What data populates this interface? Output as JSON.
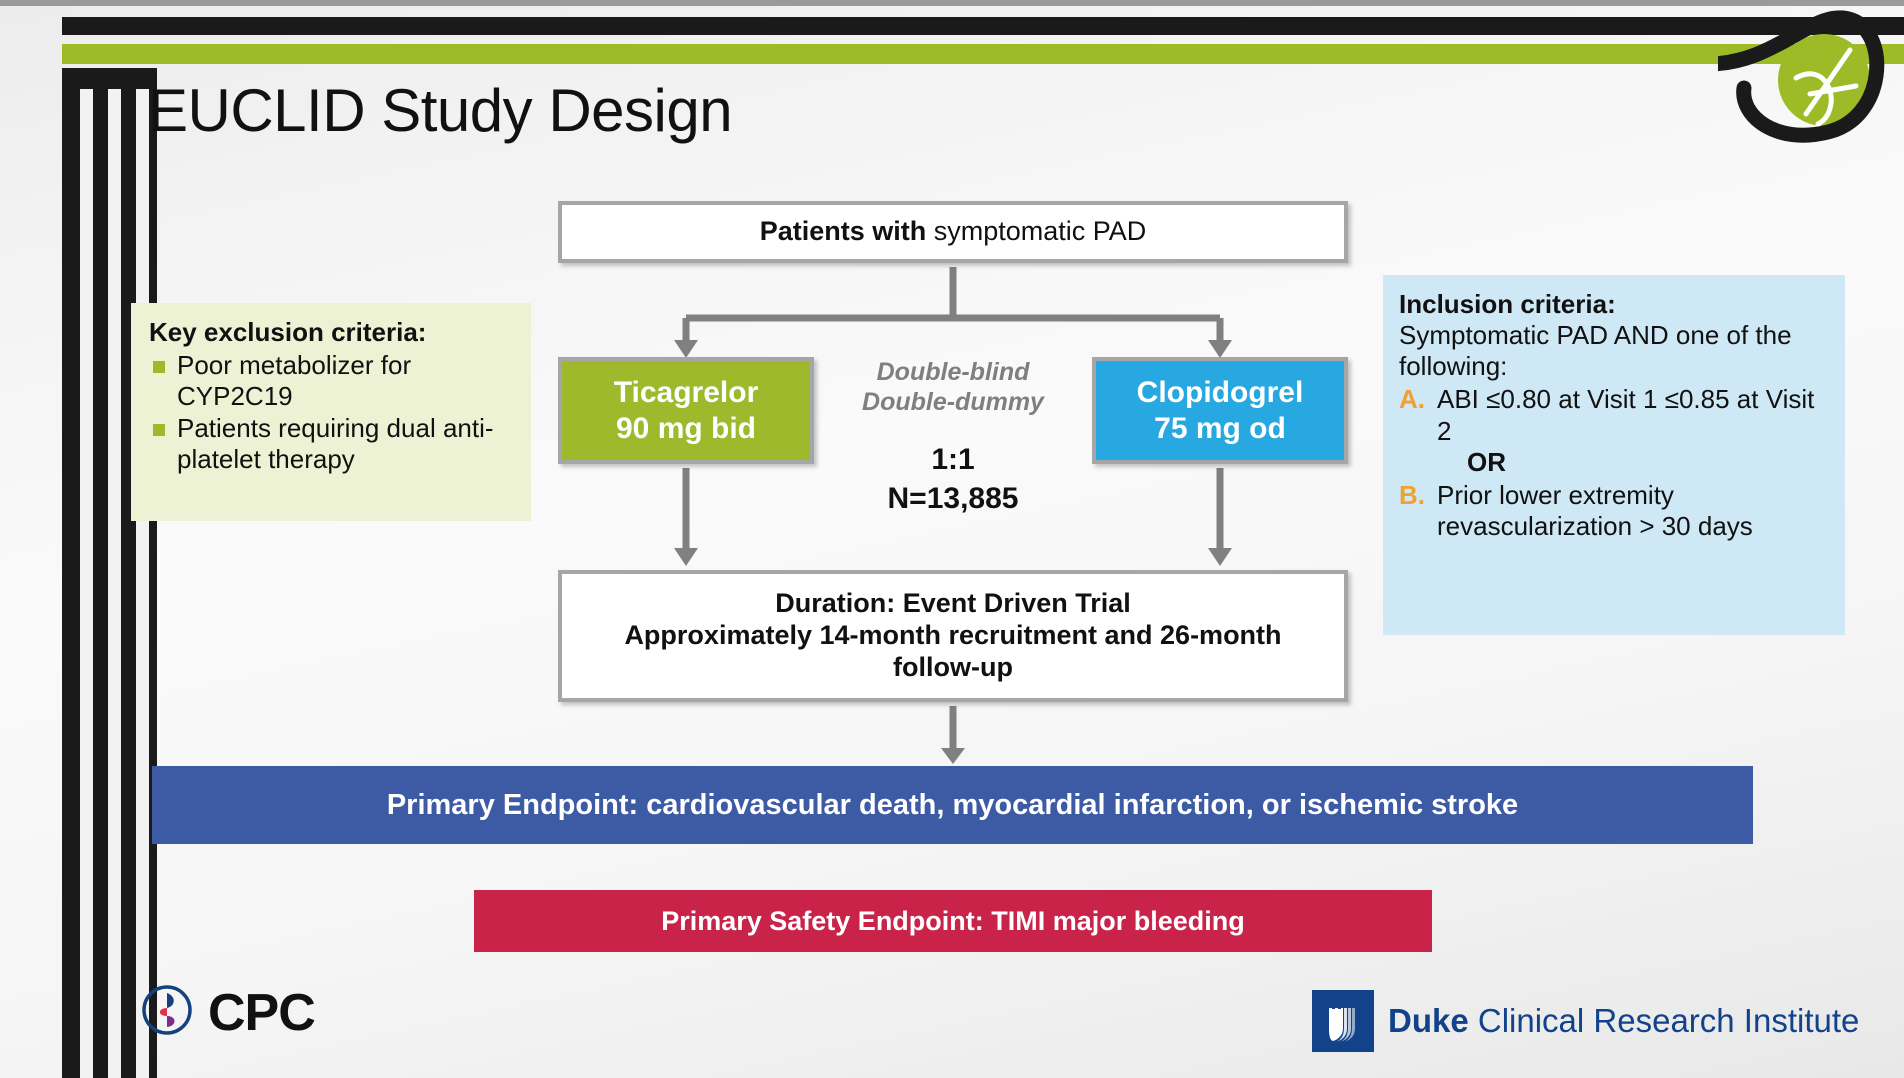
{
  "slide": {
    "title": "EUCLID Study Design"
  },
  "colors": {
    "accent_green": "#9dbb27",
    "arm_green": "#9fb92c",
    "arm_blue": "#28a8e0",
    "exclusion_panel": "#edf2d5",
    "inclusion_panel": "#cfe8f5",
    "primary_endpoint_bar": "#3c5ba4",
    "safety_endpoint_bar": "#c9234a",
    "letter_orange": "#f0a22e",
    "connector_gray": "#808080",
    "duke_blue": "#12438a"
  },
  "flow": {
    "population": {
      "lead": "Patients with",
      "rest": " symptomatic PAD"
    },
    "arm_left": {
      "drug": "Ticagrelor",
      "dose": "90 mg bid"
    },
    "arm_right": {
      "drug": "Clopidogrel",
      "dose": "75 mg od"
    },
    "randomization": {
      "blinding_line1": "Double-blind",
      "blinding_line2": "Double-dummy",
      "ratio": "1:1",
      "n": "N=13,885"
    },
    "duration": {
      "line1": "Duration: Event Driven Trial",
      "line2": "Approximately 14-month recruitment and 26-month follow-up"
    }
  },
  "exclusion": {
    "heading": "Key exclusion criteria:",
    "items": [
      "Poor metabolizer for CYP2C19",
      "Patients requiring dual anti-platelet therapy"
    ]
  },
  "inclusion": {
    "heading": "Inclusion criteria:",
    "subtitle": "Symptomatic PAD AND one of the following:",
    "items": [
      {
        "letter": "A.",
        "text": "ABI ≤0.80 at Visit 1 ≤0.85 at Visit 2"
      },
      {
        "letter": "B.",
        "text": "Prior lower extremity revascularization > 30 days"
      }
    ],
    "connector": "OR"
  },
  "endpoints": {
    "primary": "Primary Endpoint: cardiovascular death, myocardial infarction, or ischemic stroke",
    "safety": "Primary Safety Endpoint: TIMI major bleeding"
  },
  "footer": {
    "cpc": "CPC",
    "duke_bold": "Duke",
    "duke_rest": " Clinical Research Institute"
  }
}
